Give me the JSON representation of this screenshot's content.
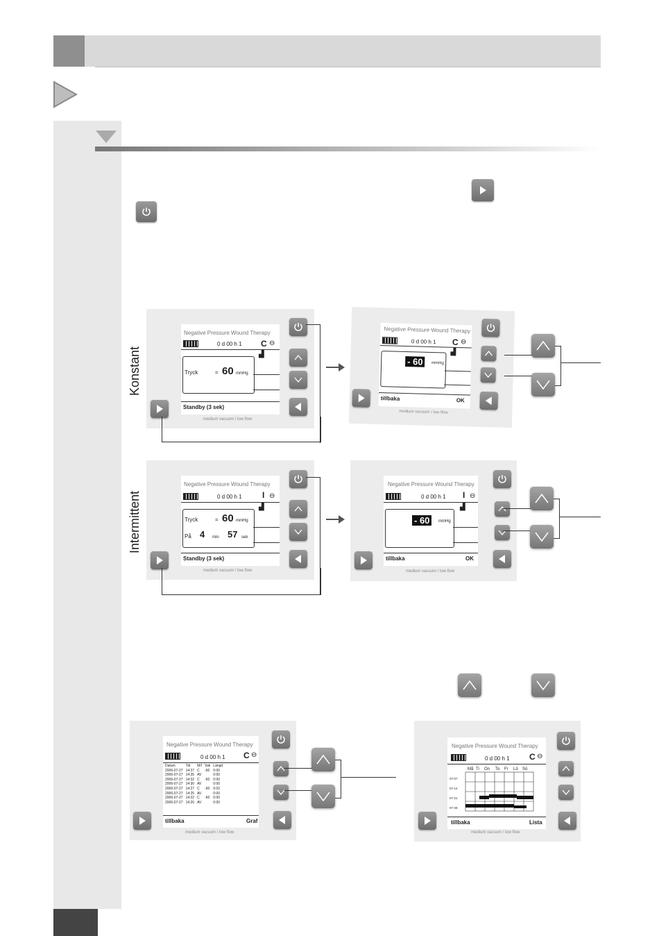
{
  "device": {
    "title": "Negative Pressure Wound Therapy",
    "status": "0 d  00 h    1",
    "footer": "medium vacuum / low flow",
    "pressure_label": "Tryck",
    "pressure_sign": "=",
    "pressure_value": "60",
    "pressure_unit": "mmHg",
    "standby": "Standby (3 sek)",
    "back": "tillbaka",
    "ok": "OK",
    "negative_value": "- 60",
    "on_label": "På",
    "on_minutes": "4",
    "min_unit": "min",
    "on_seconds": "57",
    "sec_unit": "sek",
    "graph_label": "Graf",
    "list_label": "Lista"
  },
  "modes": {
    "constant": "Konstant",
    "intermittent": "Intermittent"
  },
  "history": {
    "columns": [
      "Datum",
      "Tid",
      "M/I",
      "Vak",
      "Längd"
    ],
    "rows": [
      [
        "2006-07-27",
        "14:37",
        "C",
        "-60",
        "0:00"
      ],
      [
        "2006-07-27",
        "14:35",
        "AV",
        "",
        "0:00"
      ],
      [
        "2006-07-27",
        "14:32",
        "C",
        "-60",
        "0:00"
      ],
      [
        "2006-07-27",
        "14:30",
        "AV",
        "",
        "0:00"
      ],
      [
        "2006-07-27",
        "14:27",
        "C",
        "-60",
        "0:02"
      ],
      [
        "2006-07-27",
        "14:25",
        "AV",
        "",
        "0:00"
      ],
      [
        "2006-07-27",
        "14:22",
        "C",
        "-60",
        "0:00"
      ],
      [
        "2006-07-27",
        "14:20",
        "AV",
        "",
        "0:00"
      ]
    ],
    "days": [
      "Må",
      "Ti",
      "On",
      "To",
      "Fr",
      "Lö",
      "Sö"
    ],
    "weeks": [
      "07-07",
      "07-14",
      "07-21",
      "07-28"
    ]
  },
  "icons": {
    "power": "power-icon",
    "play": "play-icon",
    "back": "back-arrow-icon",
    "up": "chevron-up-icon",
    "down": "chevron-down-icon",
    "lock": "lock-icon"
  }
}
